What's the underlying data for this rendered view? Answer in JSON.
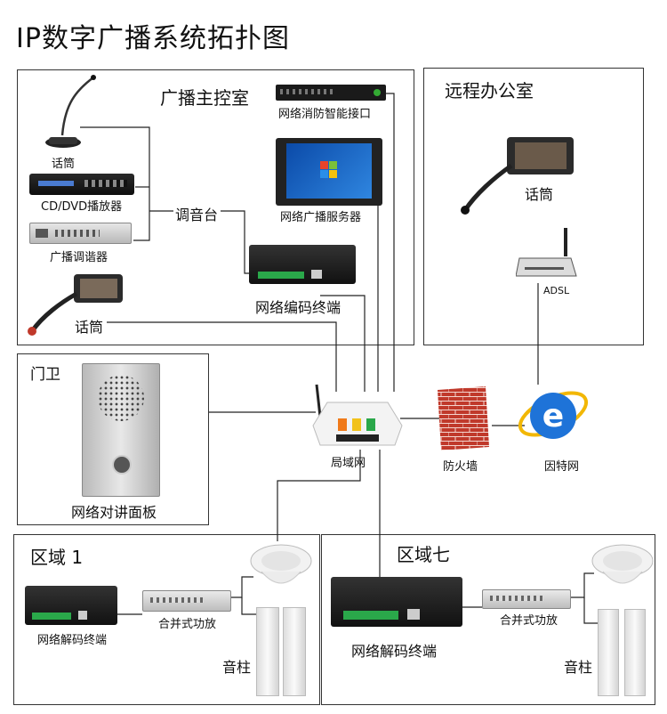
{
  "title": "IP数字广播系统拓扑图",
  "sections": {
    "control_room": "广播主控室",
    "remote_office": "远程办公室",
    "gate": "门卫",
    "zone1": "区域 1",
    "zone7": "区域七"
  },
  "labels": {
    "fire_interface": "网络消防智能接口",
    "mic1": "话筒",
    "cd_player": "CD/DVD播放器",
    "tuner": "广播调谐器",
    "mixer": "调音台",
    "server": "网络广播服务器",
    "encoder": "网络编码终端",
    "mic2": "话筒",
    "remote_mic": "话筒",
    "adsl": "ADSL",
    "intercom": "网络对讲面板",
    "lan": "局域网",
    "firewall": "防火墙",
    "internet": "因特网",
    "decoder1": "网络解码终端",
    "amp1": "合并式功放",
    "speaker1": "音柱",
    "decoder7": "网络解码终端",
    "amp7": "合并式功放",
    "speaker7": "音柱"
  },
  "colors": {
    "line": "#222222",
    "firewall": "#c0392b",
    "ie_blue": "#1e73d8",
    "ie_ring": "#f2b705",
    "device_dark": "#1d1d1d"
  }
}
